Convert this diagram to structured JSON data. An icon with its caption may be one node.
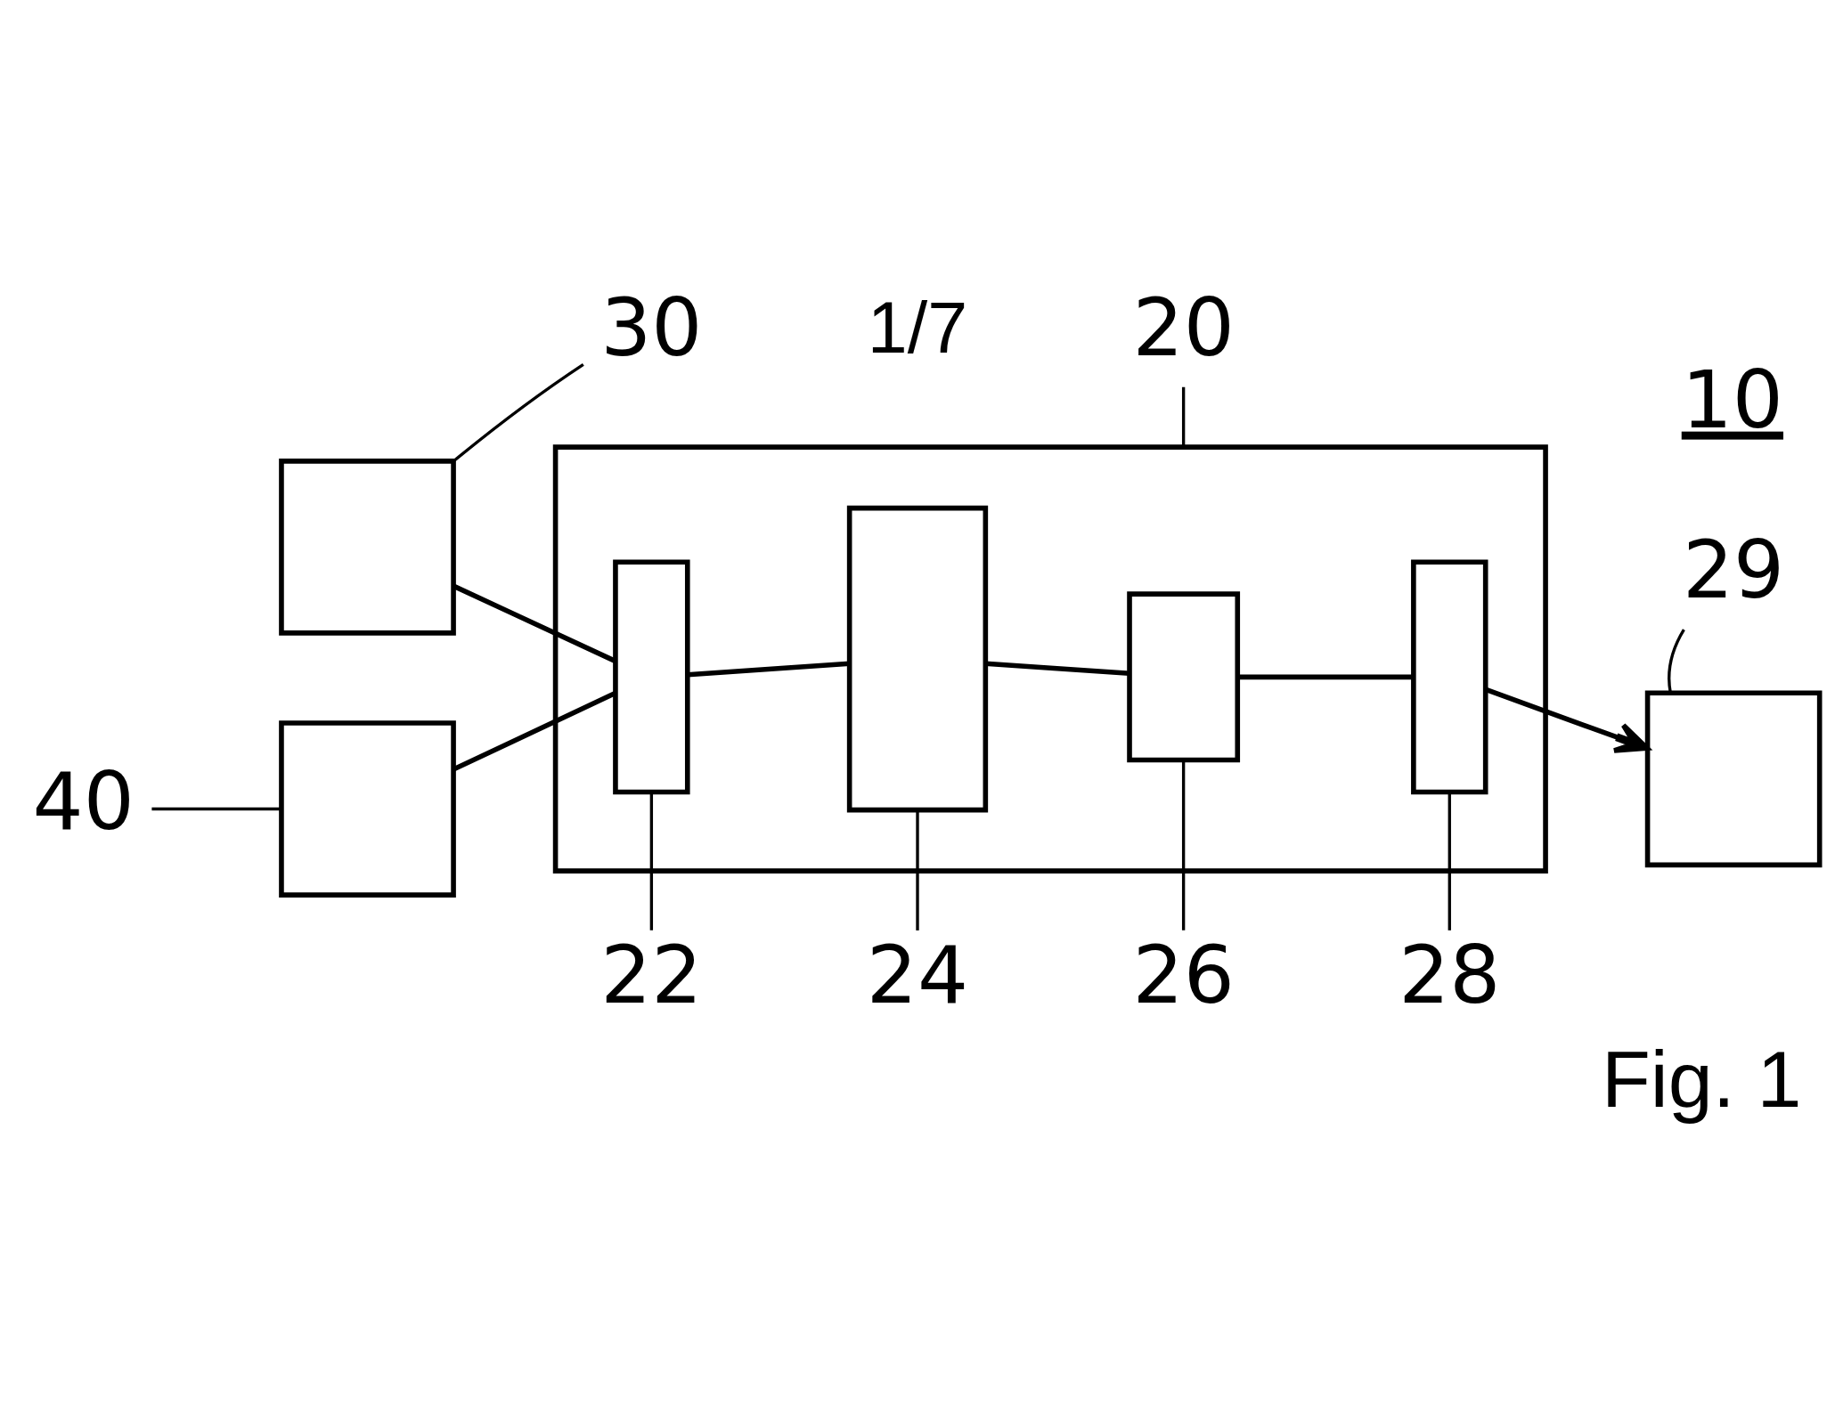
{
  "diagram": {
    "caption": "Fig. 1",
    "nodes": [
      {
        "text": [
          "30"
        ]
      },
      {
        "text": [],
        "shape": "box"
      },
      {
        "text": [
          "20"
        ]
      },
      {
        "text": [],
        "shape": "box"
      },
      {
        "text": [],
        "shape": "box",
        "in": 3
      },
      {
        "text": [],
        "shape": "box",
        "in": 3
      },
      {
        "text": [],
        "shape": "box",
        "in": 3
      },
      {
        "text": [],
        "shape": "box",
        "in": 3
      },
      {
        "text": [
          "29"
        ]
      },
      {
        "text": [],
        "shape": "box"
      },
      {
        "text": [],
        "shape": "box"
      },
      {
        "text": [
          "28"
        ]
      },
      {
        "text": [
          "40"
        ]
      },
      {
        "text": [
          "22"
        ]
      },
      {
        "text": [
          "24"
        ]
      },
      {
        "text": [
          "26"
        ]
      }
    ],
    "edges": [
      {
        "from": 0,
        "to": 1,
        "arrow": "none"
      },
      {
        "from": 2,
        "to": 3,
        "arrow": "none"
      },
      {
        "from": 8,
        "to": 9,
        "arrow": "none"
      },
      {
        "from": 1,
        "to": 4,
        "arrow": "none"
      },
      {
        "from": 10,
        "to": 4,
        "arrow": "none"
      },
      {
        "from": 4,
        "to": 5,
        "arrow": "none"
      },
      {
        "from": 5,
        "to": 6,
        "arrow": "none"
      },
      {
        "from": 6,
        "to": 7,
        "arrow": "none"
      },
      {
        "from": 7,
        "to": 9,
        "arrow": "to"
      },
      {
        "from": 11,
        "to": 7,
        "arrow": "none"
      },
      {
        "from": 12,
        "to": 10,
        "arrow": "none"
      },
      {
        "from": 13,
        "to": 4,
        "arrow": "none"
      },
      {
        "from": 14,
        "to": 5,
        "arrow": "none"
      },
      {
        "from": 15,
        "to": 6,
        "arrow": "none"
      }
    ],
    "labels": [
      "1/7",
      "10"
    ]
  }
}
